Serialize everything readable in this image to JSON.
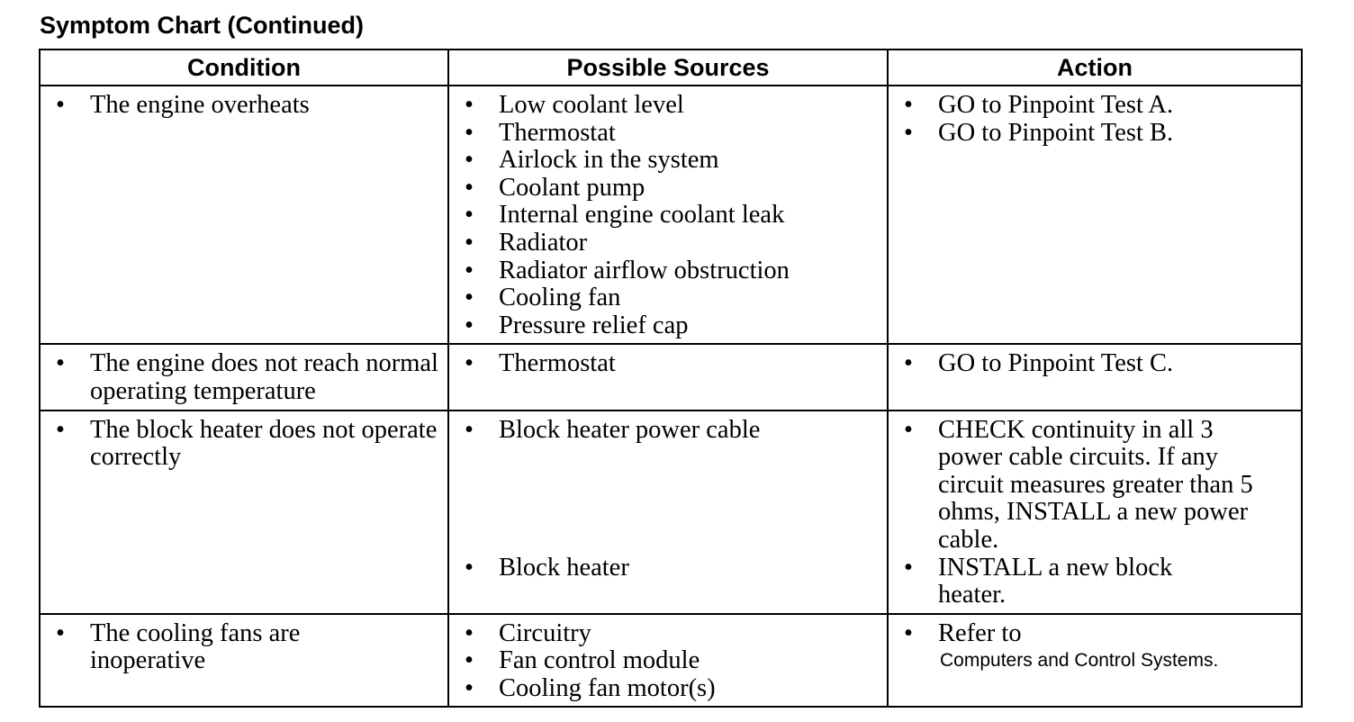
{
  "title": "Symptom Chart (Continued)",
  "headers": {
    "condition": "Condition",
    "sources": "Possible Sources",
    "action": "Action"
  },
  "bullet": "•",
  "rows": [
    {
      "condition": [
        "The engine overheats"
      ],
      "sources": [
        "Low coolant level",
        "Thermostat",
        "Airlock in the system",
        "Coolant pump",
        "Internal engine coolant leak",
        "Radiator",
        "Radiator airflow obstruction",
        "Cooling fan",
        "Pressure relief cap"
      ],
      "actions": [
        "GO to Pinpoint Test A.",
        "GO to Pinpoint Test B."
      ]
    },
    {
      "condition": [
        "The engine does not reach normal operating temperature"
      ],
      "sources": [
        "Thermostat"
      ],
      "actions": [
        "GO to Pinpoint Test C."
      ]
    },
    {
      "condition": [
        "The block heater does not operate correctly"
      ],
      "sources": [
        "Block heater power cable",
        "Block heater"
      ],
      "actions": [
        "CHECK continuity in all 3 power cable circuits. If any circuit measures greater than 5 ohms, INSTALL a new power cable.",
        "INSTALL a new block heater."
      ]
    },
    {
      "condition": [
        "The cooling fans are inoperative"
      ],
      "sources": [
        "Circuitry",
        "Fan control module",
        "Cooling fan motor(s)"
      ],
      "actions": [
        "Refer to"
      ],
      "action_reference": "Computers and Control Systems."
    }
  ]
}
